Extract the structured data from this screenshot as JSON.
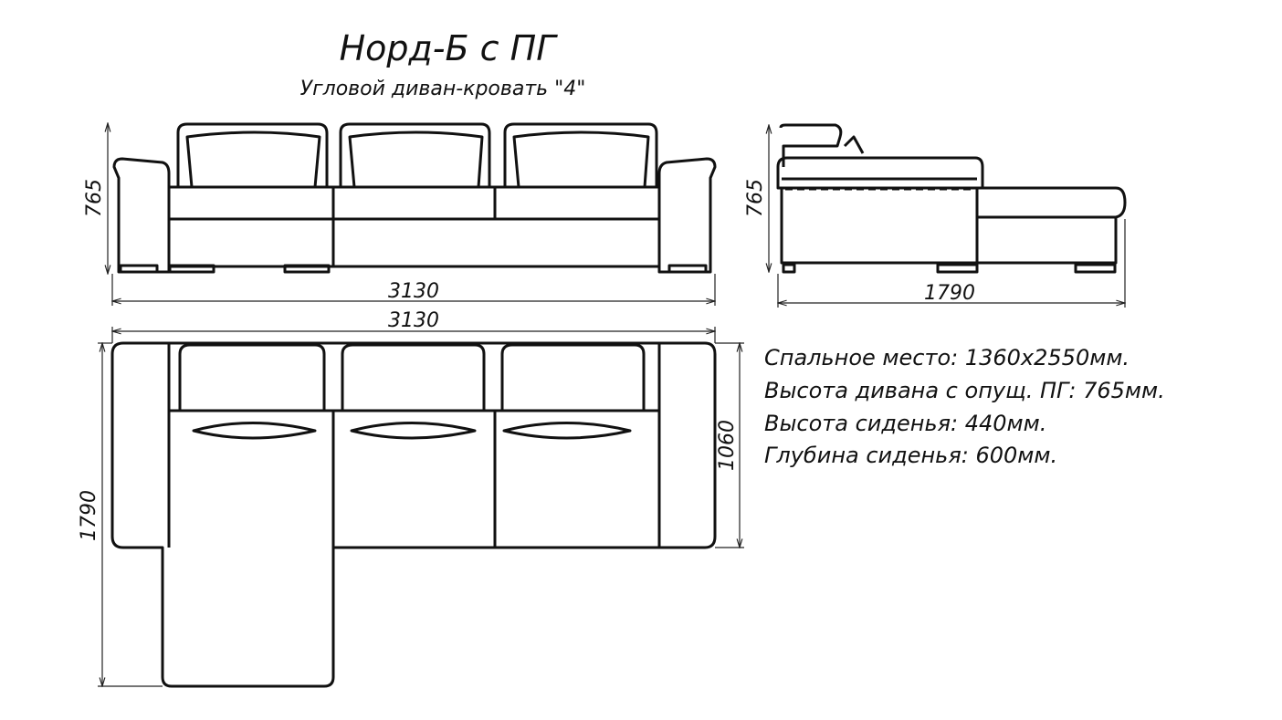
{
  "title": "Норд-Б с ПГ",
  "subtitle": "Угловой диван-кровать \"4\"",
  "dimensions": {
    "front_width": "3130",
    "front_height": "765",
    "side_depth": "1790",
    "side_height": "765",
    "top_width": "3130",
    "top_depth": "1790",
    "top_main_depth": "1060"
  },
  "specs": [
    "Спальное место: 1360x2550мм.",
    "Высота дивана с опущ. ПГ: 765мм.",
    "Высота сиденья: 440мм.",
    "Глубина сиденья: 600мм."
  ]
}
